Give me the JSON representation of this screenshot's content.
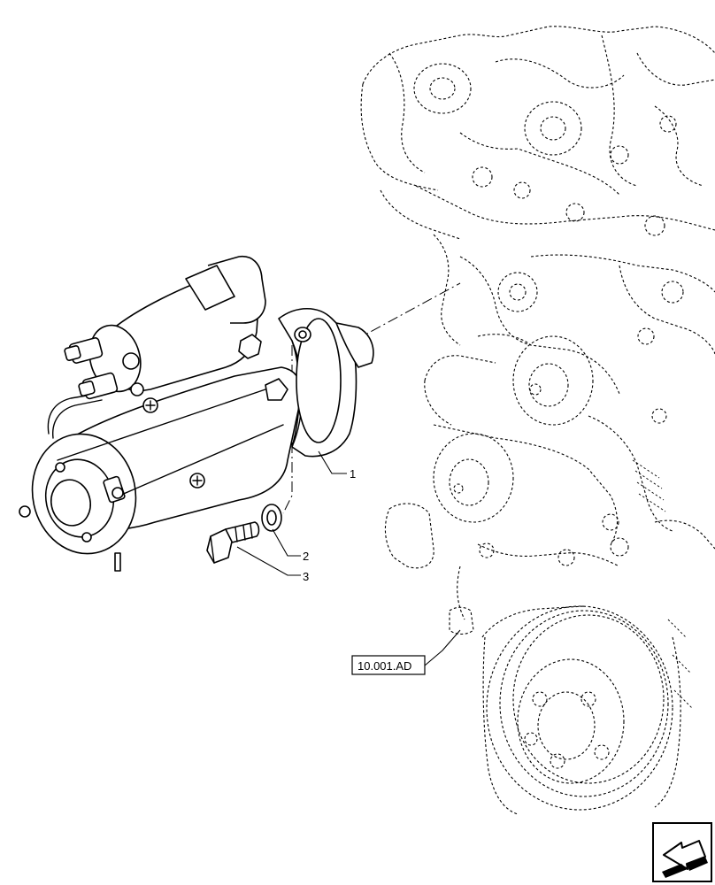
{
  "callouts": [
    {
      "id": "callout-1",
      "label": "1"
    },
    {
      "id": "callout-2",
      "label": "2"
    },
    {
      "id": "callout-3",
      "label": "3"
    }
  ],
  "reference": {
    "label": "10.001.AD"
  },
  "nav": {
    "icon": "arrow-previous-icon"
  }
}
